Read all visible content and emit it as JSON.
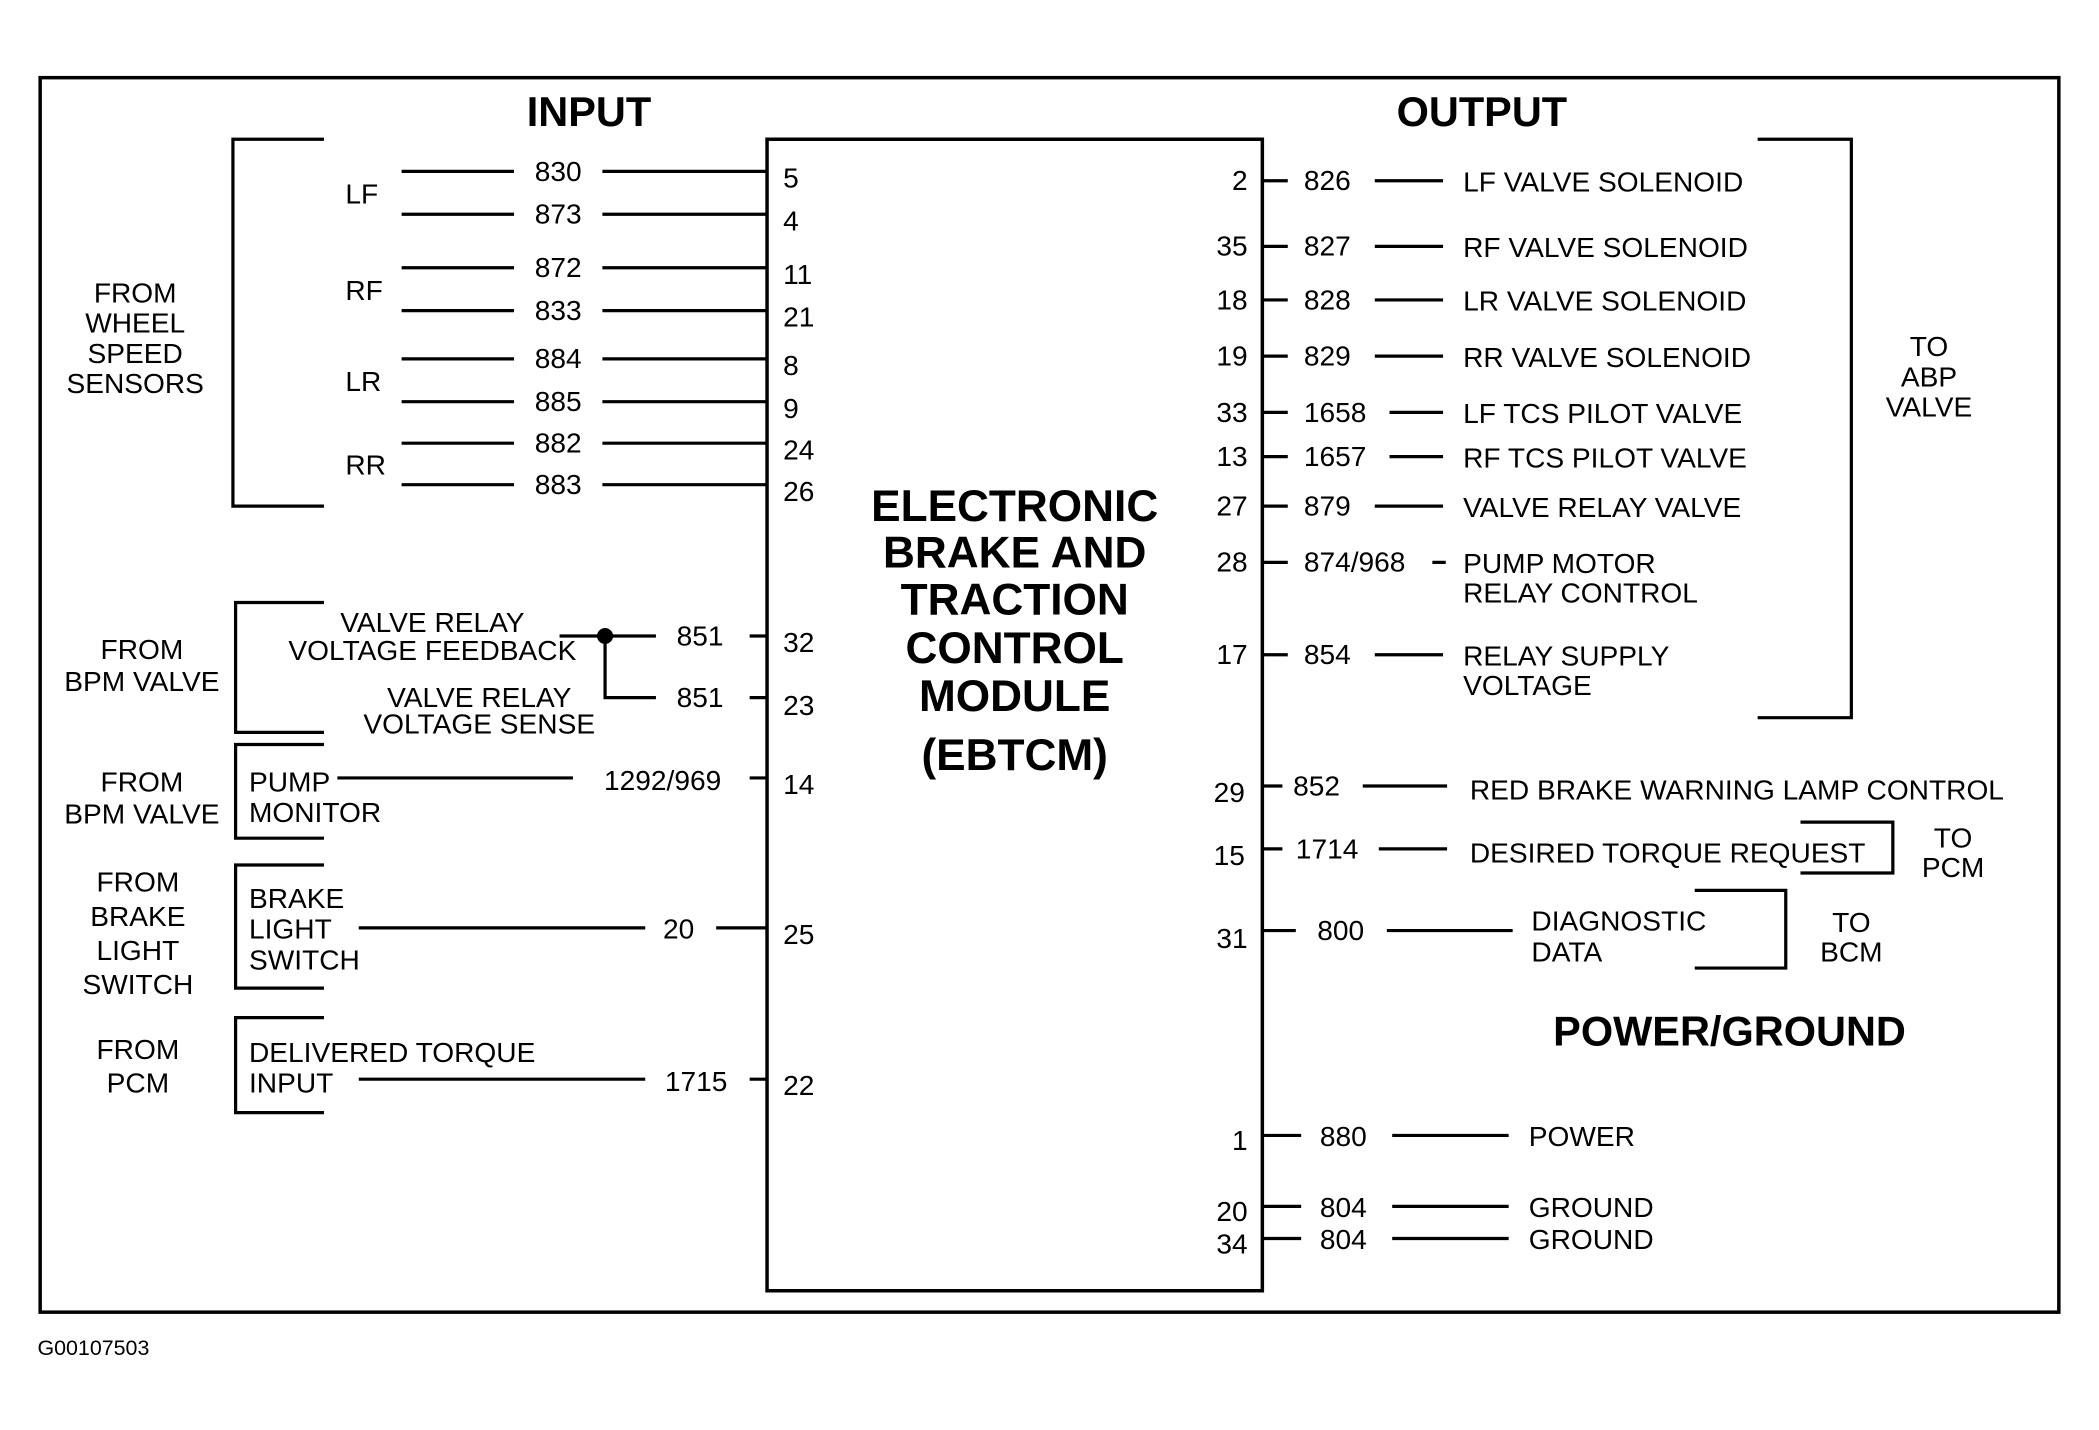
{
  "headers": {
    "input": "INPUT",
    "output": "OUTPUT",
    "power_ground": "POWER/GROUND"
  },
  "module": {
    "lines": [
      "ELECTRONIC",
      "BRAKE AND",
      "TRACTION",
      "CONTROL",
      "MODULE",
      "(EBTCM)"
    ]
  },
  "figure_code": "G00107503",
  "inputs": {
    "wheel_speed": {
      "source": [
        "FROM",
        "WHEEL",
        "SPEED",
        "SENSORS"
      ],
      "sensors": [
        {
          "label": "LF",
          "wires": [
            {
              "circuit": "830",
              "pin": "5"
            },
            {
              "circuit": "873",
              "pin": "4"
            }
          ]
        },
        {
          "label": "RF",
          "wires": [
            {
              "circuit": "872",
              "pin": "11"
            },
            {
              "circuit": "833",
              "pin": "21"
            }
          ]
        },
        {
          "label": "LR",
          "wires": [
            {
              "circuit": "884",
              "pin": "8"
            },
            {
              "circuit": "885",
              "pin": "9"
            }
          ]
        },
        {
          "label": "RR",
          "wires": [
            {
              "circuit": "882",
              "pin": "24"
            },
            {
              "circuit": "883",
              "pin": "26"
            }
          ]
        }
      ]
    },
    "bpm_relay": {
      "source": [
        "FROM",
        "BPM VALVE"
      ],
      "feedback": {
        "label": [
          "VALVE RELAY",
          "VOLTAGE FEEDBACK"
        ],
        "circuit": "851",
        "pin": "32"
      },
      "sense": {
        "label": [
          "VALVE RELAY",
          "VOLTAGE SENSE"
        ],
        "circuit": "851",
        "pin": "23"
      }
    },
    "pump_monitor": {
      "source": [
        "FROM",
        "BPM VALVE"
      ],
      "label": [
        "PUMP",
        "MONITOR"
      ],
      "circuit": "1292/969",
      "pin": "14"
    },
    "brake_switch": {
      "source": [
        "FROM",
        "BRAKE",
        "LIGHT",
        "SWITCH"
      ],
      "label": [
        "BRAKE",
        "LIGHT",
        "SWITCH"
      ],
      "circuit": "20",
      "pin": "25"
    },
    "torque_input": {
      "source": [
        "FROM",
        "PCM"
      ],
      "label": [
        "DELIVERED TORQUE",
        "INPUT"
      ],
      "circuit": "1715",
      "pin": "22"
    }
  },
  "outputs": {
    "abp": {
      "dest": [
        "TO",
        "ABP",
        "VALVE"
      ],
      "items": [
        {
          "pin": "2",
          "circuit": "826",
          "label": [
            "LF VALVE SOLENOID"
          ]
        },
        {
          "pin": "35",
          "circuit": "827",
          "label": [
            "RF VALVE SOLENOID"
          ]
        },
        {
          "pin": "18",
          "circuit": "828",
          "label": [
            "LR VALVE SOLENOID"
          ]
        },
        {
          "pin": "19",
          "circuit": "829",
          "label": [
            "RR VALVE SOLENOID"
          ]
        },
        {
          "pin": "33",
          "circuit": "1658",
          "label": [
            "LF TCS PILOT VALVE"
          ]
        },
        {
          "pin": "13",
          "circuit": "1657",
          "label": [
            "RF TCS PILOT VALVE"
          ]
        },
        {
          "pin": "27",
          "circuit": "879",
          "label": [
            "VALVE RELAY VALVE"
          ]
        },
        {
          "pin": "28",
          "circuit": "874/968",
          "label": [
            "PUMP MOTOR",
            "RELAY CONTROL"
          ]
        },
        {
          "pin": "17",
          "circuit": "854",
          "label": [
            "RELAY SUPPLY",
            "VOLTAGE"
          ]
        }
      ]
    },
    "warning_lamp": {
      "pin": "29",
      "circuit": "852",
      "label": "RED BRAKE WARNING LAMP CONTROL"
    },
    "torque_request": {
      "pin": "15",
      "circuit": "1714",
      "label": "DESIRED TORQUE REQUEST",
      "dest": [
        "TO",
        "PCM"
      ]
    },
    "diagnostic": {
      "pin": "31",
      "circuit": "800",
      "label": [
        "DIAGNOSTIC",
        "DATA"
      ],
      "dest": [
        "TO",
        "BCM"
      ]
    }
  },
  "power_ground": [
    {
      "pin": "1",
      "circuit": "880",
      "label": "POWER"
    },
    {
      "pin": "20",
      "circuit": "804",
      "label": "GROUND"
    },
    {
      "pin": "34",
      "circuit": "804",
      "label": "GROUND"
    }
  ]
}
